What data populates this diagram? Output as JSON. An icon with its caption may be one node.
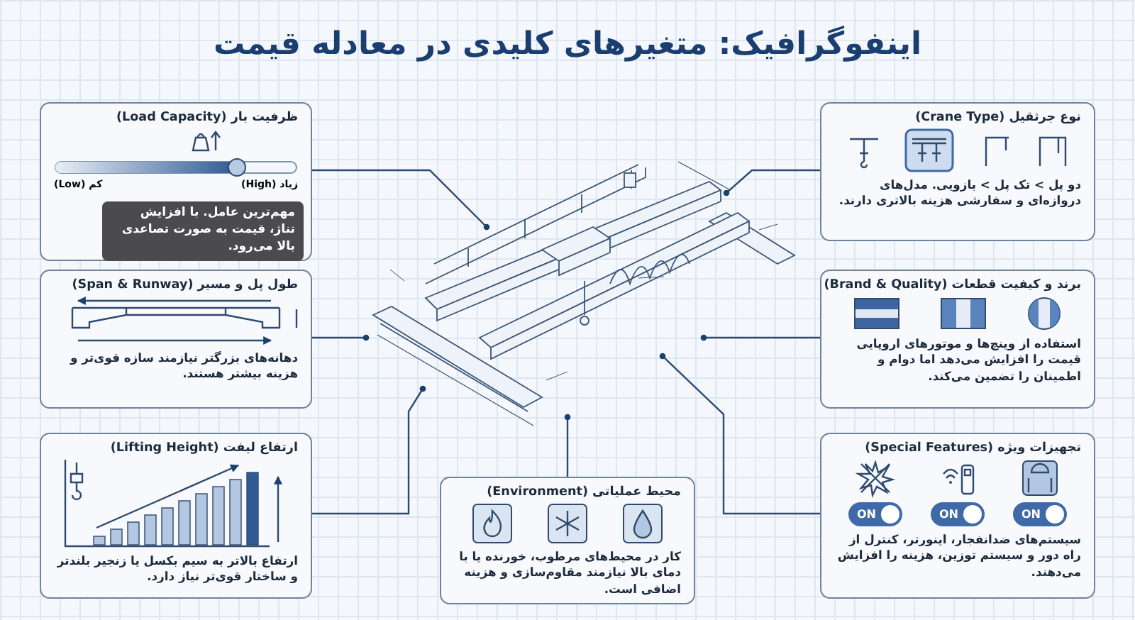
{
  "diagram": {
    "title": "اینفوگرافیک: متغیرهای کلیدی در معادله قیمت",
    "nodes": [
      {
        "text": [
          "ظرفیت بار (Load Capacity)",
          "زیاد (High)",
          "کم (Low)",
          "مهم‌ترین عامل. با افزایش تناژ، قیمت به صورت تصاعدی بالا می‌رود."
        ]
      },
      {
        "text": [
          "نوع جرثقیل (Crane Type)",
          "دو پل > تک پل > بازویی. مدل‌های دروازه‌ای و سفارشی هزینه بالاتری دارند."
        ]
      },
      {
        "text": [
          "طول پل و مسیر (Span & Runway)",
          "دهانه‌های بزرگتر نیازمند سازه قوی‌تر و هزینه بیشتر هستند."
        ]
      },
      {
        "text": [
          "برند و کیفیت قطعات (Brand & Quality)",
          "استفاده از وینچ‌ها و موتورهای اروپایی قیمت را افزایش می‌دهد اما دوام و اطمینان را تضمین می‌کند."
        ]
      },
      {
        "text": [
          "ارتفاع لیفت (Lifting Height)",
          "ارتفاع بالاتر به سیم بکسل یا زنجیر بلندتر و ساختار قوی‌تر نیاز دارد."
        ]
      },
      {
        "text": [
          "محیط عملیاتی (Environment)",
          "کار در محیط‌های مرطوب، خورنده یا با دمای بالا نیازمند مقاوم‌سازی و هزینه اضافی است."
        ]
      },
      {
        "text": [
          "تجهیزات ویژه (Special Features)",
          "سیستم‌های ضدانفجار، اینورتر، کنترل از راه دور و سیستم توزین، هزینه را افزایش می‌دهند."
        ]
      },
      {
        "text": [],
        "shape": "picture"
      }
    ],
    "edges": [
      {
        "from": 0,
        "to": 7,
        "arrow": "other"
      },
      {
        "from": 1,
        "to": 7,
        "arrow": "other"
      },
      {
        "from": 2,
        "to": 7,
        "arrow": "other"
      },
      {
        "from": 3,
        "to": 7,
        "arrow": "other"
      },
      {
        "from": 4,
        "to": 7,
        "arrow": "other"
      },
      {
        "from": 5,
        "to": 7,
        "arrow": "other"
      },
      {
        "from": 6,
        "to": 7,
        "arrow": "other"
      }
    ],
    "labels": [
      "ON",
      "ON",
      "ON"
    ]
  }
}
